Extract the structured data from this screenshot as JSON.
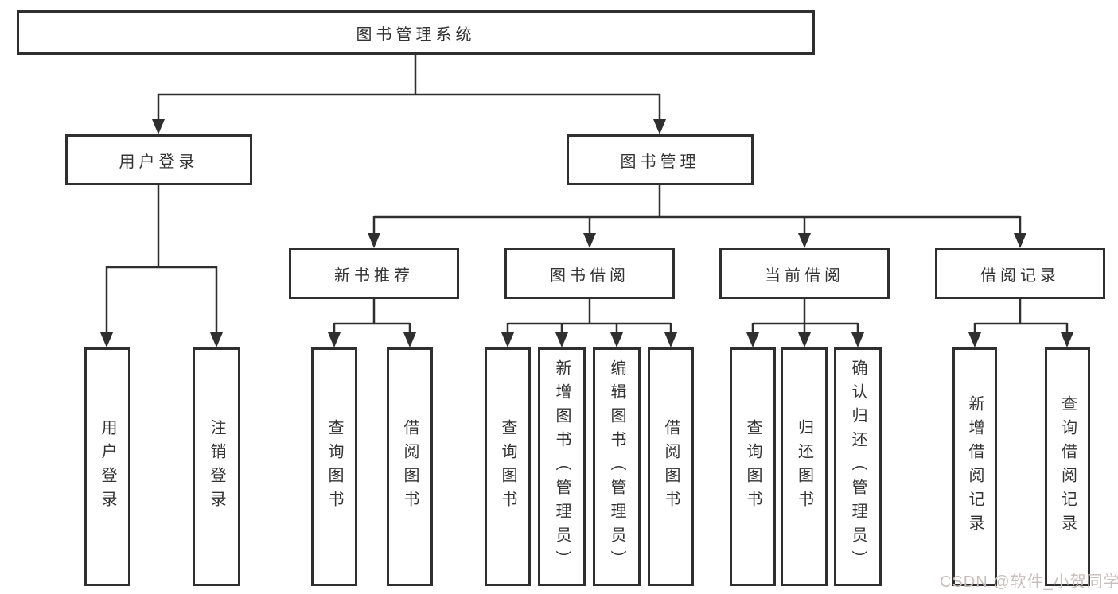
{
  "tree": {
    "root": "图书管理系统",
    "children": [
      {
        "label": "用户登录",
        "children": [
          {
            "label": "用户登录"
          },
          {
            "label": "注销登录"
          }
        ]
      },
      {
        "label": "图书管理",
        "children": [
          {
            "label": "新书推荐",
            "children": [
              {
                "label": "查询图书"
              },
              {
                "label": "借阅图书"
              }
            ]
          },
          {
            "label": "图书借阅",
            "children": [
              {
                "label": "查询图书"
              },
              {
                "label": "新增图书（管理员）"
              },
              {
                "label": "编辑图书（管理员）"
              },
              {
                "label": "借阅图书"
              }
            ]
          },
          {
            "label": "当前借阅",
            "children": [
              {
                "label": "查询图书"
              },
              {
                "label": "归还图书"
              },
              {
                "label": "确认归还（管理员）"
              }
            ]
          },
          {
            "label": "借阅记录",
            "children": [
              {
                "label": "新增借阅记录"
              },
              {
                "label": "查询借阅记录"
              }
            ]
          }
        ]
      }
    ]
  },
  "watermark": {
    "text": "CSDN @软件_小贺同学"
  },
  "colors": {
    "line": "#2f2f2f",
    "text": "#333333",
    "background": "#ffffff",
    "watermark": "#c8bebc"
  }
}
